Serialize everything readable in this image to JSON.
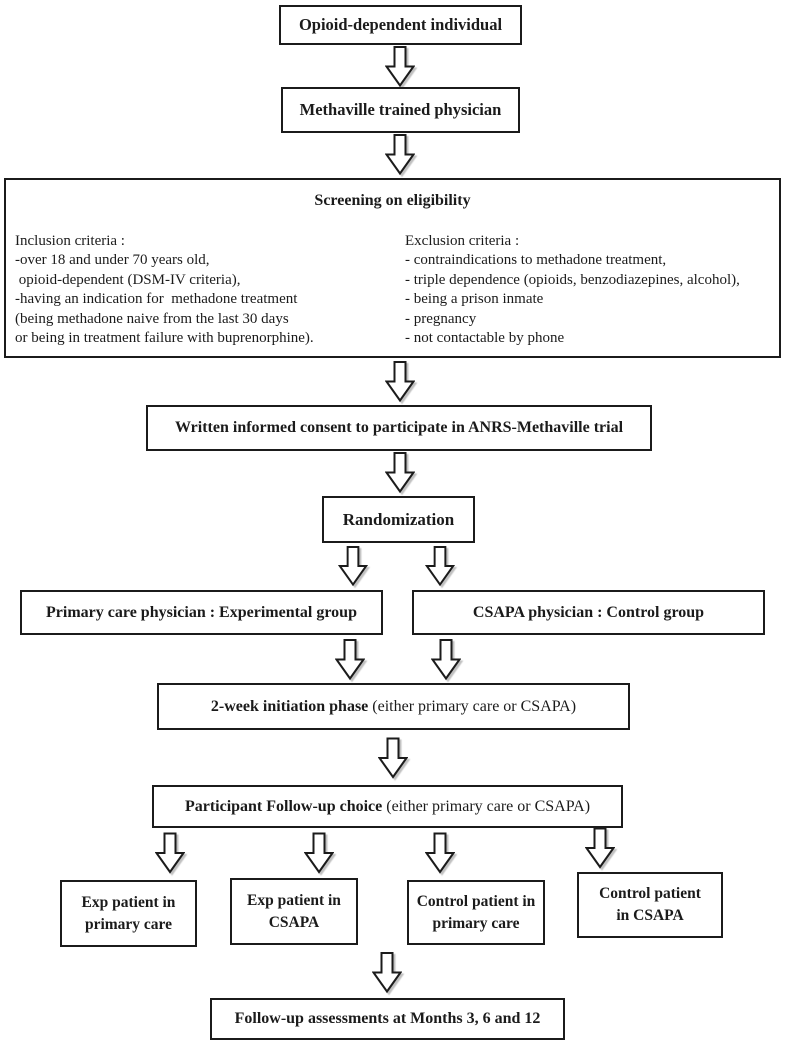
{
  "flowchart": {
    "colors": {
      "border": "#1b1b1b",
      "text": "#1b1b1b",
      "background": "#ffffff",
      "arrow_fill": "#ffffff",
      "arrow_shadow": "#8c8c8c"
    },
    "boxes": {
      "opioid": {
        "label": "Opioid-dependent individual"
      },
      "physician": {
        "label": "Methaville trained physician"
      },
      "screening": {
        "title": "Screening on eligibility",
        "inclusion": {
          "header": "Inclusion criteria :",
          "lines": [
            "-over 18 and under 70 years old,",
            " opioid-dependent (DSM-IV criteria),",
            "-having an indication for  methadone treatment",
            "(being methadone naive from the last 30 days",
            "or being in treatment failure with buprenorphine)."
          ]
        },
        "exclusion": {
          "header": "Exclusion criteria :",
          "lines": [
            "- contraindications to methadone treatment,",
            "- triple dependence (opioids, benzodiazepines, alcohol),",
            "- being a prison inmate",
            "- pregnancy",
            "- not contactable by phone"
          ]
        }
      },
      "consent": {
        "label": "Written informed consent to participate in ANRS-Methaville trial"
      },
      "randomization": {
        "label": "Randomization"
      },
      "experimental_group": {
        "label": "Primary care physician : Experimental group"
      },
      "control_group": {
        "label": "CSAPA physician : Control group"
      },
      "initiation": {
        "label_bold": "2-week initiation phase",
        "label_regular": " (either primary care or CSAPA)"
      },
      "followup_choice": {
        "label_bold": "Participant Follow-up choice",
        "label_regular": " (either primary care or CSAPA)"
      },
      "exp_primary": {
        "line1": "Exp patient in",
        "line2": "primary care"
      },
      "exp_csapa": {
        "line1": "Exp patient in",
        "line2": "CSAPA"
      },
      "control_primary": {
        "line1": "Control patient in",
        "line2": "primary care"
      },
      "control_csapa": {
        "line1": "Control patient",
        "line2": "in CSAPA"
      },
      "assessments": {
        "label": "Follow-up assessments at Months 3, 6 and 12"
      }
    }
  }
}
